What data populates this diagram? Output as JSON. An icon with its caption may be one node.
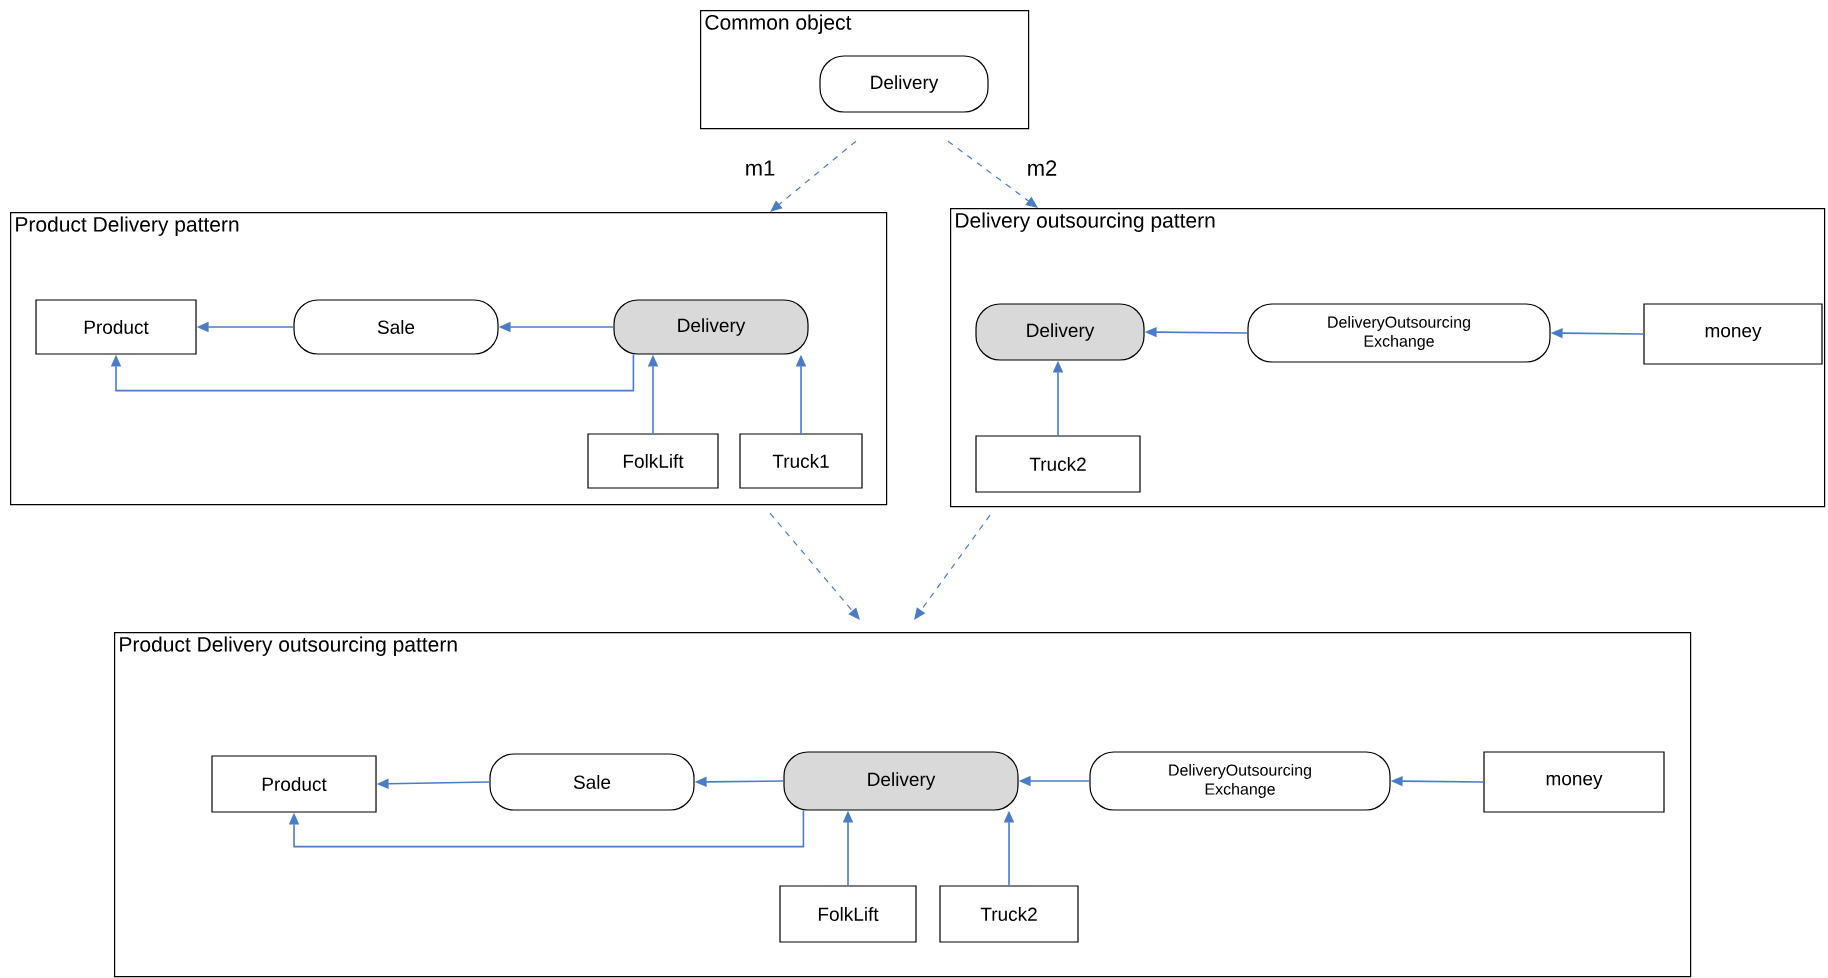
{
  "diagram": {
    "nodes": [
      {
        "text": [
          "Common object"
        ]
      },
      {
        "text": [
          "Delivery"
        ],
        "in": 0
      },
      {
        "text": [
          "Product Delivery pattern"
        ]
      },
      {
        "text": [
          "Product"
        ],
        "in": 2
      },
      {
        "text": [
          "Sale"
        ],
        "in": 2
      },
      {
        "text": [
          "Delivery"
        ],
        "in": 2
      },
      {
        "text": [
          "FolkLift"
        ],
        "in": 2
      },
      {
        "text": [
          "Truck1"
        ],
        "in": 2
      },
      {
        "text": [
          "Delivery outsourcing pattern"
        ]
      },
      {
        "text": [
          "Delivery"
        ],
        "in": 8
      },
      {
        "text": [
          "DeliveryOutsourcing Exchange"
        ],
        "in": 8
      },
      {
        "text": [
          "money"
        ],
        "in": 8
      },
      {
        "text": [
          "Truck2"
        ],
        "in": 8
      },
      {
        "text": [
          "Product Delivery outsourcing pattern"
        ]
      },
      {
        "text": [
          "Product"
        ],
        "in": 13
      },
      {
        "text": [
          "Sale"
        ],
        "in": 13
      },
      {
        "text": [
          "Delivery"
        ],
        "in": 13
      },
      {
        "text": [
          "DeliveryOutsourcing Exchange"
        ],
        "in": 13
      },
      {
        "text": [
          "money"
        ],
        "in": 13
      },
      {
        "text": [
          "FolkLift"
        ],
        "in": 13
      },
      {
        "text": [
          "Truck2"
        ],
        "in": 13
      }
    ],
    "edges": [
      {
        "from": 0,
        "to": 2,
        "arrow": "to",
        "style": "dashed",
        "label": "m1"
      },
      {
        "from": 0,
        "to": 8,
        "arrow": "to",
        "style": "dashed",
        "label": "m2"
      },
      {
        "from": 2,
        "to": 13,
        "arrow": "to",
        "style": "dashed"
      },
      {
        "from": 8,
        "to": 13,
        "arrow": "to",
        "style": "dashed"
      },
      {
        "from": 5,
        "to": 4,
        "arrow": "to"
      },
      {
        "from": 4,
        "to": 3,
        "arrow": "to"
      },
      {
        "from": 5,
        "to": 3,
        "arrow": "to"
      },
      {
        "from": 6,
        "to": 5,
        "arrow": "to"
      },
      {
        "from": 7,
        "to": 5,
        "arrow": "to"
      },
      {
        "from": 10,
        "to": 9,
        "arrow": "to"
      },
      {
        "from": 11,
        "to": 10,
        "arrow": "to"
      },
      {
        "from": 12,
        "to": 9,
        "arrow": "to"
      },
      {
        "from": 16,
        "to": 15,
        "arrow": "to"
      },
      {
        "from": 15,
        "to": 14,
        "arrow": "to"
      },
      {
        "from": 16,
        "to": 14,
        "arrow": "to"
      },
      {
        "from": 19,
        "to": 16,
        "arrow": "to"
      },
      {
        "from": 20,
        "to": 16,
        "arrow": "to"
      },
      {
        "from": 17,
        "to": 16,
        "arrow": "to"
      },
      {
        "from": 18,
        "to": 17,
        "arrow": "to"
      }
    ]
  }
}
